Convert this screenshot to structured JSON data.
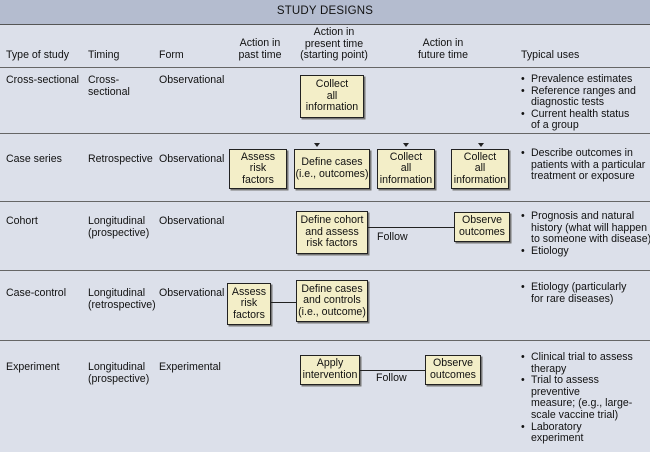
{
  "title": "STUDY DESIGNS",
  "headers": {
    "type": "Type of study",
    "timing": "Timing",
    "form": "Form",
    "past": [
      "Action in",
      "past time"
    ],
    "present": [
      "Action in",
      "present time",
      "(starting point)"
    ],
    "future": [
      "Action in",
      "future time"
    ],
    "uses": "Typical uses"
  },
  "rows": [
    {
      "type": "Cross-sectional",
      "timing": [
        "Cross-",
        "sectional"
      ],
      "form": "Observational",
      "present_box": [
        "Collect",
        "all",
        "information"
      ],
      "uses": [
        [
          "Prevalence estimates"
        ],
        [
          "Reference ranges and",
          "diagnostic tests"
        ],
        [
          "Current health status",
          "of a group"
        ]
      ]
    },
    {
      "type": "Case series",
      "timing": [
        "Retrospective"
      ],
      "form": "Observational",
      "past_box": [
        "Assess",
        "risk",
        "factors"
      ],
      "present_box": [
        "Define cases",
        "(i.e., outcomes)"
      ],
      "mid_box": [
        "Collect",
        "all",
        "information"
      ],
      "future_box": [
        "Collect",
        "all",
        "information"
      ],
      "uses": [
        [
          "Describe outcomes in",
          "patients with a particular",
          "treatment or exposure"
        ]
      ]
    },
    {
      "type": "Cohort",
      "timing": [
        "Longitudinal",
        "(prospective)"
      ],
      "form": "Observational",
      "present_box": [
        "Define cohort",
        "and assess",
        "risk factors"
      ],
      "connector": "Follow",
      "future_box": [
        "Observe",
        "outcomes"
      ],
      "uses": [
        [
          "Prognosis and natural",
          "history (what will happen",
          "to someone with disease)"
        ],
        [
          "Etiology"
        ]
      ]
    },
    {
      "type": "Case-control",
      "timing": [
        "Longitudinal",
        "(retrospective)"
      ],
      "form": "Observational",
      "past_box": [
        "Assess",
        "risk",
        "factors"
      ],
      "present_box": [
        "Define cases",
        "and controls",
        "(i.e., outcome)"
      ],
      "uses": [
        [
          "Etiology (particularly",
          "for rare diseases)"
        ]
      ]
    },
    {
      "type": "Experiment",
      "timing": [
        "Longitudinal",
        "(prospective)"
      ],
      "form": "Experimental",
      "present_box": [
        "Apply",
        "intervention"
      ],
      "connector": "Follow",
      "future_box": [
        "Observe",
        "outcomes"
      ],
      "uses": [
        [
          "Clinical trial to assess",
          "therapy"
        ],
        [
          "Trial to assess",
          "preventive",
          "measure; (e.g., large-",
          "scale vaccine trial)"
        ],
        [
          "Laboratory",
          "experiment"
        ]
      ]
    }
  ]
}
